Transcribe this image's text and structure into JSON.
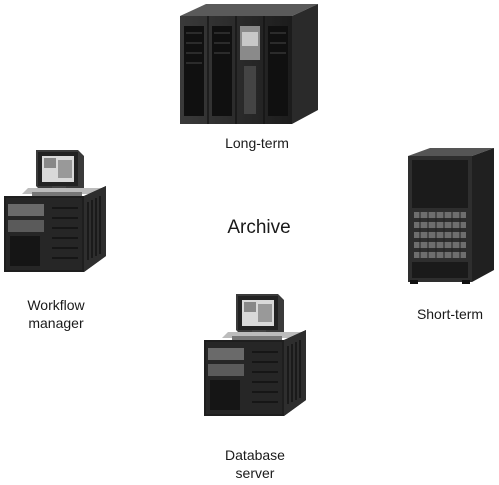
{
  "diagram": {
    "title": "Archive",
    "nodes": [
      {
        "id": "long-term",
        "label": "Long-term",
        "icon": "tape-library-icon"
      },
      {
        "id": "workflow-manager",
        "label": "Workflow\nmanager",
        "icon": "workstation-server-icon"
      },
      {
        "id": "short-term",
        "label": "Short-term",
        "icon": "disk-array-rack-icon"
      },
      {
        "id": "database-server",
        "label": "Database\nserver",
        "icon": "workstation-server-icon"
      }
    ]
  }
}
